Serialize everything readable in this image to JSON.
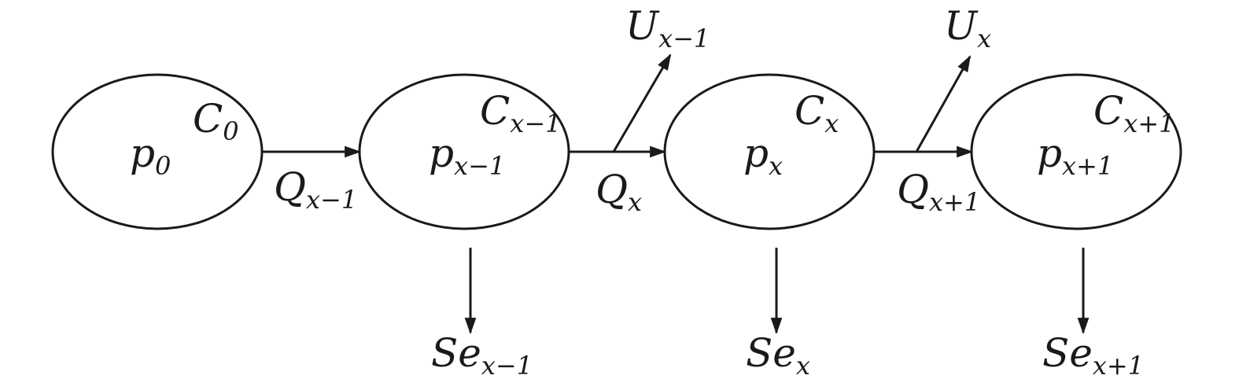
{
  "nodes": [
    {
      "id": "n0",
      "p": {
        "base": "p",
        "sub": "0"
      },
      "c": {
        "base": "C",
        "sub": "0"
      }
    },
    {
      "id": "n1",
      "p": {
        "base": "p",
        "sub": "x−1"
      },
      "c": {
        "base": "C",
        "sub": "x−1"
      }
    },
    {
      "id": "n2",
      "p": {
        "base": "p",
        "sub": "x"
      },
      "c": {
        "base": "C",
        "sub": "x"
      }
    },
    {
      "id": "n3",
      "p": {
        "base": "p",
        "sub": "x+1"
      },
      "c": {
        "base": "C",
        "sub": "x+1"
      }
    }
  ],
  "flows": [
    {
      "from": "n0",
      "to": "n1",
      "label": {
        "base": "Q",
        "sub": "x−1"
      }
    },
    {
      "from": "n1",
      "to": "n2",
      "label": {
        "base": "Q",
        "sub": "x"
      }
    },
    {
      "from": "n2",
      "to": "n3",
      "label": {
        "base": "Q",
        "sub": "x+1"
      }
    }
  ],
  "uptakes": [
    {
      "flow_index": 1,
      "label": {
        "base": "U",
        "sub": "x−1"
      }
    },
    {
      "flow_index": 2,
      "label": {
        "base": "U",
        "sub": "x"
      }
    }
  ],
  "settlements": [
    {
      "node": "n1",
      "label": {
        "base": "Se",
        "sub": "x−1"
      }
    },
    {
      "node": "n2",
      "label": {
        "base": "Se",
        "sub": "x"
      }
    },
    {
      "node": "n3",
      "label": {
        "base": "Se",
        "sub": "x+1"
      }
    }
  ],
  "colors": {
    "ink": "#1a1a1a",
    "background": "#ffffff"
  }
}
